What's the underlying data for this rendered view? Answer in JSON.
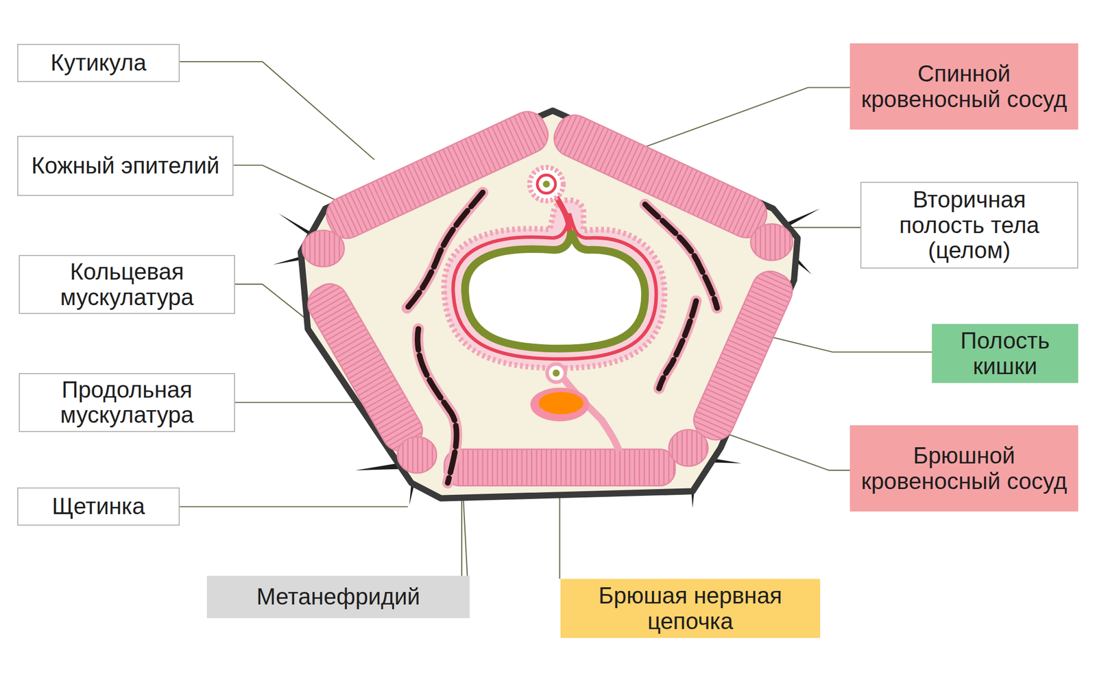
{
  "diagram": {
    "nodes": [
      {
        "text": [
          "Кутикула"
        ]
      },
      {
        "text": [
          "Кожный эпителий"
        ]
      },
      {
        "text": [
          "Кольцевая мускулатура"
        ]
      },
      {
        "text": [
          "Продольная мускулатура"
        ]
      },
      {
        "text": [
          "Щетинка"
        ]
      },
      {
        "text": [
          "Метанефридий"
        ]
      },
      {
        "text": [
          "Брюшая нервная цепочка"
        ]
      },
      {
        "text": [
          "Спинной кровеносный сосуд"
        ]
      },
      {
        "text": [
          "Вторичная полость тела (целом)"
        ]
      },
      {
        "text": [
          "Полость кишки"
        ]
      },
      {
        "text": [
          "Брюшной кровеносный сосуд"
        ]
      }
    ]
  }
}
